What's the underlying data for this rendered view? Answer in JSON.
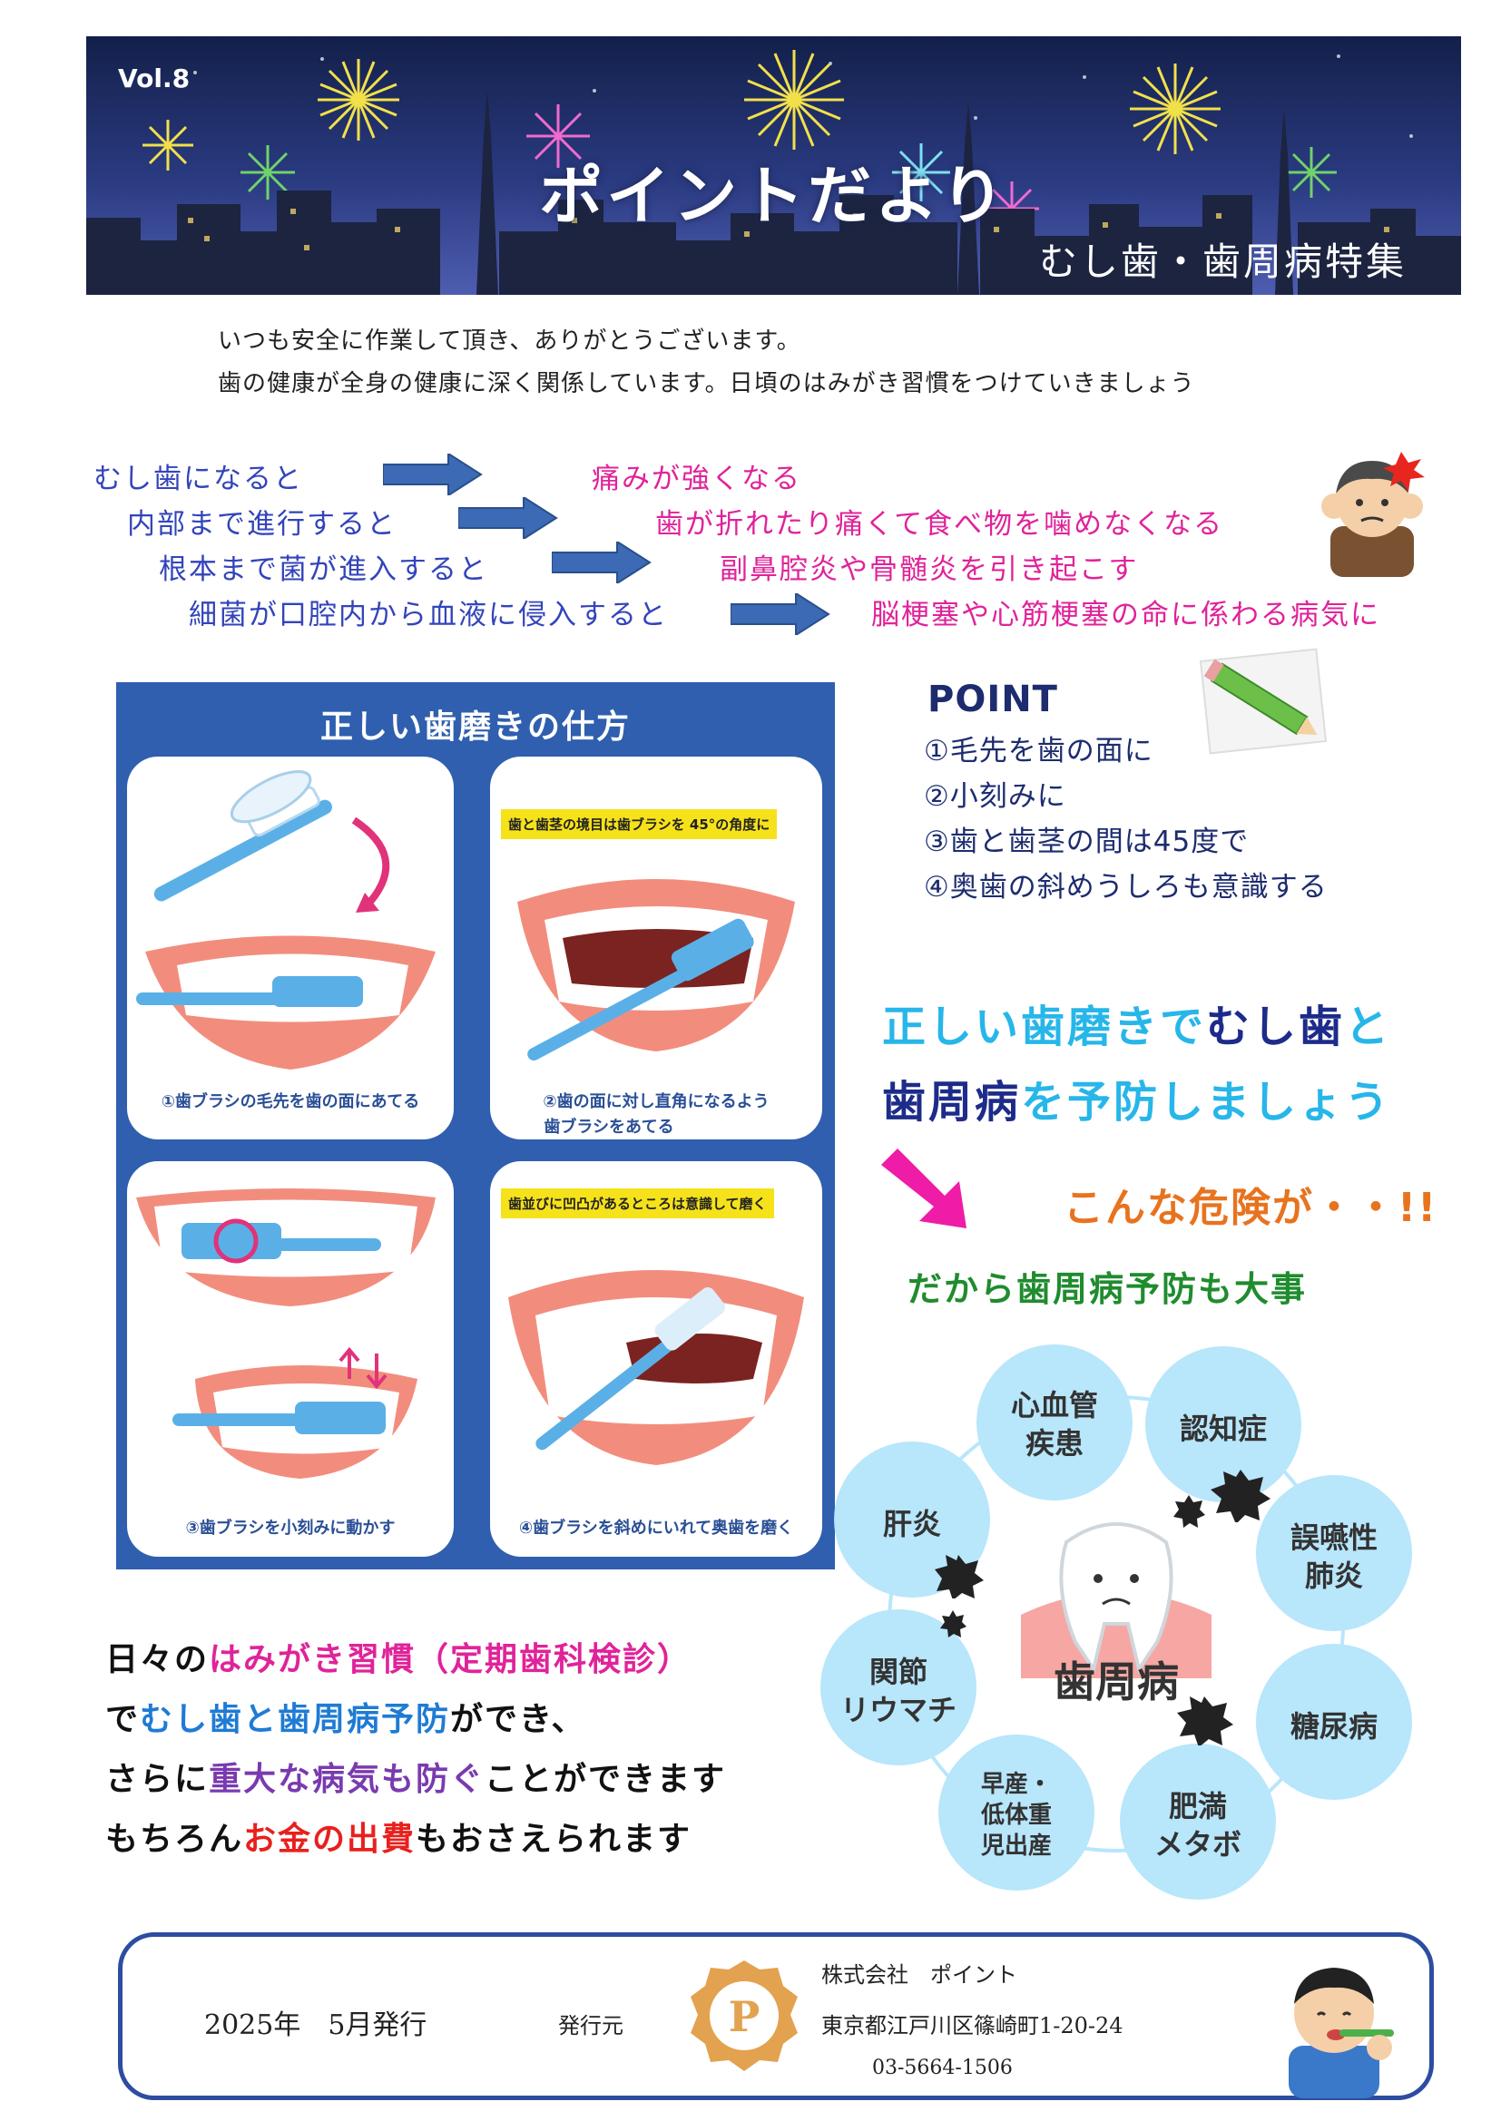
{
  "header": {
    "vol": "Vol.8",
    "title": "ポイントだより",
    "subtitle": "むし歯・歯周病特集"
  },
  "intro": {
    "line1": "いつも安全に作業して頂き、ありがとうございます。",
    "line2": "歯の健康が全身の健康に深く関係しています。日頃のはみがき習慣をつけていきましょう"
  },
  "flow": [
    {
      "cause": "むし歯になると",
      "effect": "痛みが強くなる"
    },
    {
      "cause": "内部まで進行すると",
      "effect": "歯が折れたり痛くて食べ物を噛めなくなる"
    },
    {
      "cause": "根本まで菌が進入すると",
      "effect": "副鼻腔炎や骨髄炎を引き起こす"
    },
    {
      "cause": "細菌が口腔内から血液に侵入すると",
      "effect": "脳梗塞や心筋梗塞の命に係わる病気に"
    }
  ],
  "brushing": {
    "title": "正しい歯磨きの仕方",
    "cards": [
      {
        "caption": "①歯ブラシの毛先を歯の面にあてる",
        "note": ""
      },
      {
        "caption": "②歯の面に対し直角になるよう",
        "caption2": "歯ブラシをあてる",
        "note": "歯と歯茎の境目は歯ブラシを 45°の角度に"
      },
      {
        "caption": "③歯ブラシを小刻みに動かす",
        "note": ""
      },
      {
        "caption": "④歯ブラシを斜めにいれて奥歯を磨く",
        "note": "歯並びに凹凸があるところは意識して磨く"
      }
    ]
  },
  "point": {
    "heading": "POINT",
    "items": [
      "①毛先を歯の面に",
      "②小刻みに",
      "③歯と歯茎の間は45度で",
      "④奥歯の斜めうしろも意識する"
    ]
  },
  "slogan": {
    "l1a": "正しい歯磨きで",
    "l1b": "むし歯",
    "l1c": "と",
    "l2a": "歯周病",
    "l2b": "を予防しましょう"
  },
  "danger": "こんな危険が・・!!",
  "important": "だから歯周病予防も大事",
  "wheel": {
    "center": "歯周病",
    "items": [
      {
        "l1": "心血管",
        "l2": "疾患"
      },
      {
        "l1": "認知症",
        "l2": ""
      },
      {
        "l1": "誤嚥性",
        "l2": "肺炎"
      },
      {
        "l1": "糖尿病",
        "l2": ""
      },
      {
        "l1": "肥満",
        "l2": "メタボ"
      },
      {
        "l1": "早産・",
        "l2": "低体重",
        "l3": "児出産"
      },
      {
        "l1": "関節",
        "l2": "リウマチ"
      },
      {
        "l1": "肝炎",
        "l2": ""
      }
    ]
  },
  "bottom": {
    "l1a": "日々の",
    "l1b": "はみがき習慣（定期歯科検診）",
    "l2a": "で",
    "l2b": "むし歯と歯周病予防",
    "l2c": "ができ、",
    "l3a": "さらに",
    "l3b": "重大な病気も防ぐ",
    "l3c": "ことができます",
    "l4a": "もちろん",
    "l4b": "お金の出費",
    "l4c": "もおさえられます"
  },
  "footer": {
    "date": "2025年　5月発行",
    "publisher_label": "発行元",
    "company": "株式会社　ポイント",
    "address": "東京都江戸川区篠崎町1-20-24",
    "phone": "03-5664-1506",
    "logo_letter": "P"
  }
}
